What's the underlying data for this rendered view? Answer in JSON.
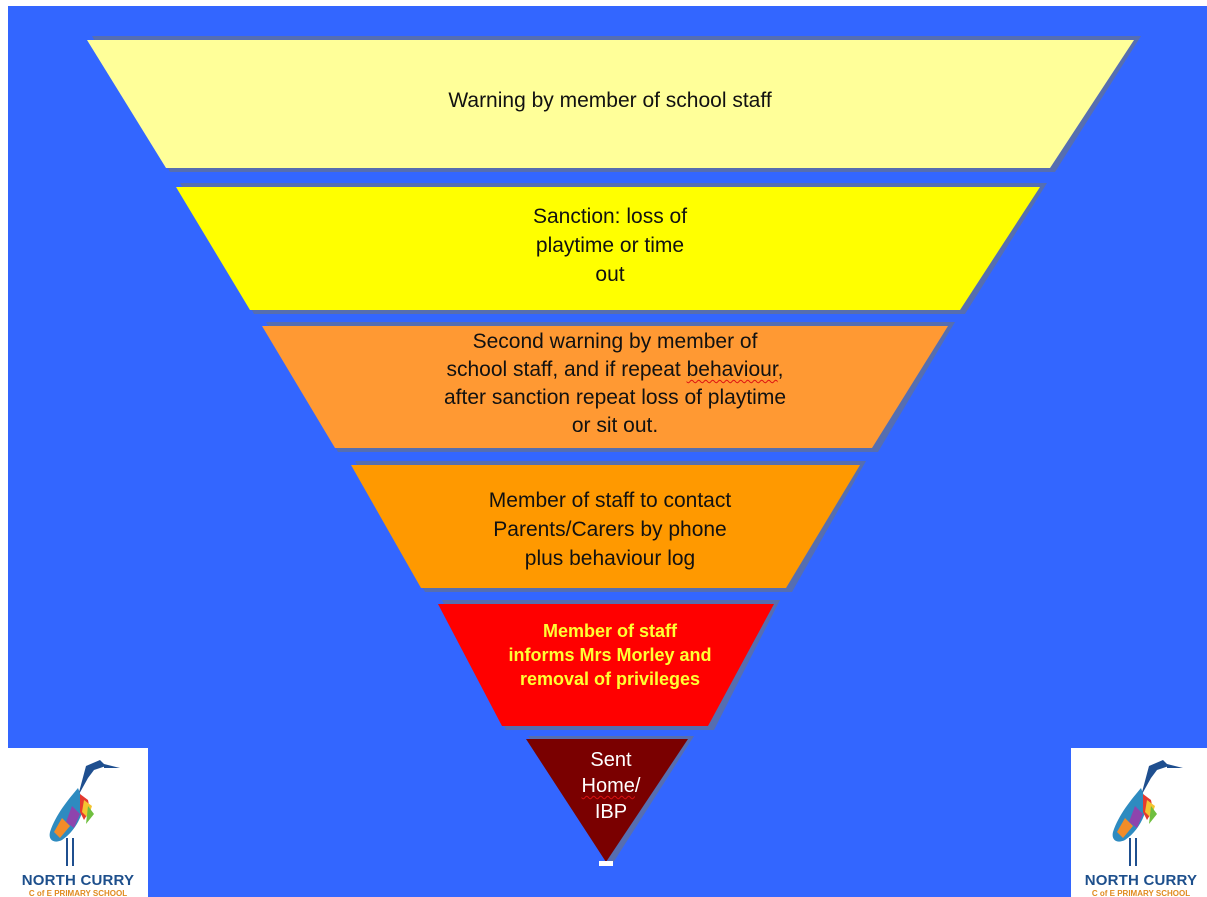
{
  "diagram": {
    "tiers": [
      {
        "text": "Warning by member of school staff",
        "color": "#ffff99"
      },
      {
        "lines": [
          "Sanction: loss of",
          "playtime or time",
          "out"
        ],
        "color": "#ffff00"
      },
      {
        "lines": [
          "Second warning by member of",
          "school staff, and if repeat ",
          "behaviour",
          ",",
          "after sanction repeat loss of playtime",
          "or sit out."
        ],
        "color": "#ff9933"
      },
      {
        "lines": [
          "Member of staff to  contact",
          "Parents/Carers by phone",
          "plus behaviour log"
        ],
        "color": "#ff9900"
      },
      {
        "lines": [
          "Member of staff",
          "informs Mrs Morley and",
          "removal of privileges"
        ],
        "color": "#ff0000",
        "text_color": "#ffff33"
      },
      {
        "lines": [
          "Sent",
          "Home",
          "/",
          "IBP"
        ],
        "color": "#7a0000",
        "text_color": "#ffffff"
      }
    ],
    "background_color": "#3366ff"
  },
  "logos": {
    "left": {
      "name": "NORTH CURRY",
      "sub": "C of E PRIMARY SCHOOL"
    },
    "right": {
      "name": "NORTH CURRY",
      "sub": "C of E PRIMARY SCHOOL"
    }
  }
}
